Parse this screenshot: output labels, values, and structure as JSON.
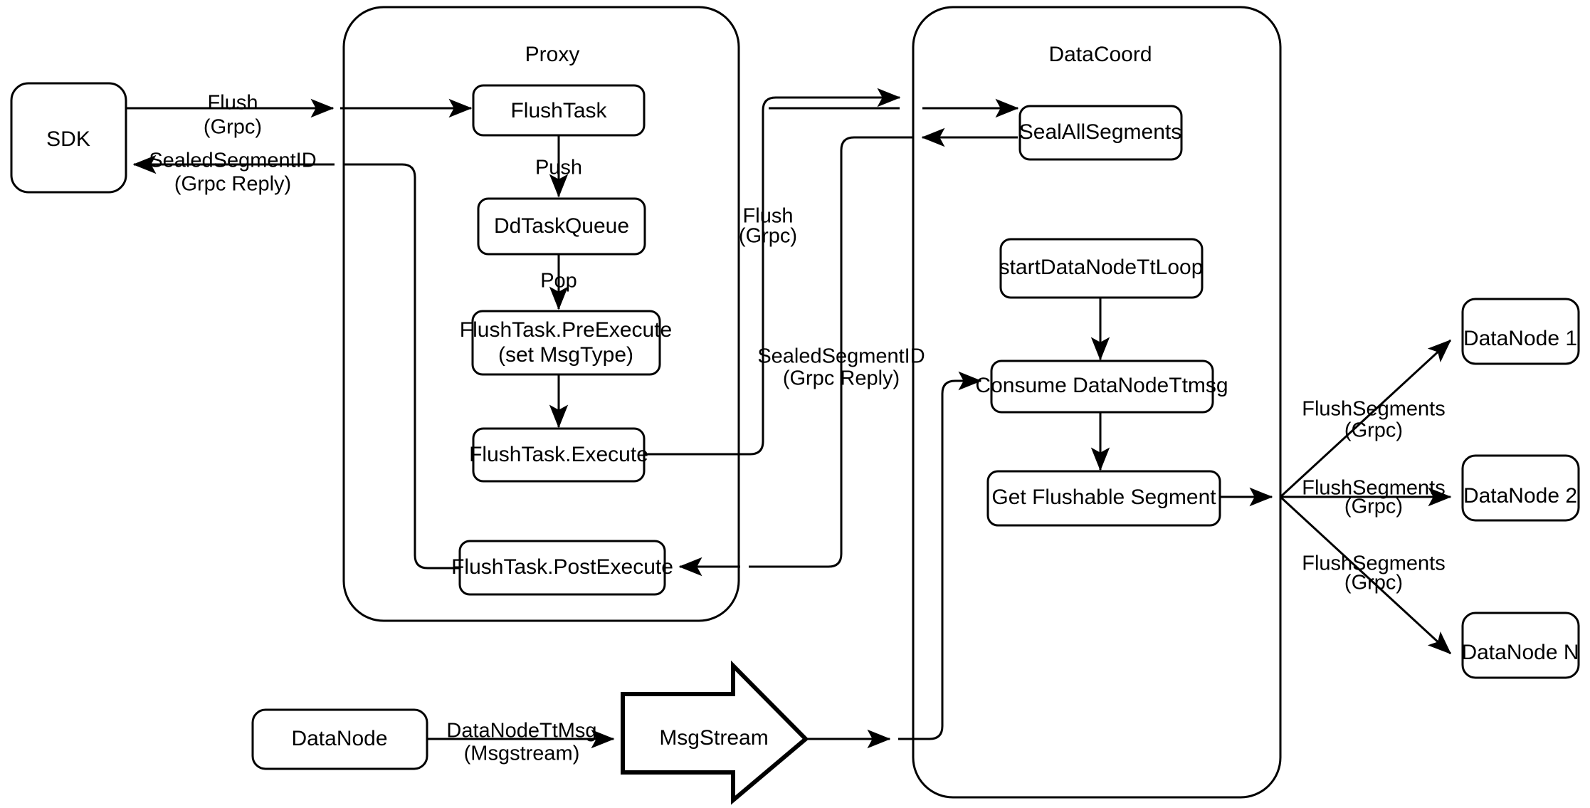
{
  "diagram": {
    "title": "Milvus Flush Sequence Architecture",
    "background_color": "#ffffff",
    "stroke_color": "#000000",
    "groups": [
      {
        "id": "proxy",
        "label": "Proxy"
      },
      {
        "id": "datacoord",
        "label": "DataCoord"
      }
    ],
    "nodes": [
      {
        "id": "sdk",
        "label": "SDK"
      },
      {
        "id": "flushtask",
        "label": "FlushTask"
      },
      {
        "id": "ddtaskqueue",
        "label": "DdTaskQueue"
      },
      {
        "id": "preexecute_l1",
        "label": "FlushTask.PreExecute"
      },
      {
        "id": "preexecute_l2",
        "label": "(set MsgType)"
      },
      {
        "id": "execute",
        "label": "FlushTask.Execute"
      },
      {
        "id": "postexecute",
        "label": "FlushTask.PostExecute"
      },
      {
        "id": "sealallsegments",
        "label": "SealAllSegments"
      },
      {
        "id": "startdatanodettloop",
        "label": "startDataNodeTtLoop"
      },
      {
        "id": "consumedatanodettmsg",
        "label": "Consume DataNodeTtmsg"
      },
      {
        "id": "getflushablesegment",
        "label": "Get Flushable Segment"
      },
      {
        "id": "datanode1",
        "label": "DataNode 1"
      },
      {
        "id": "datanode2",
        "label": "DataNode 2"
      },
      {
        "id": "datanoden",
        "label": "DataNode N"
      },
      {
        "id": "datanode_src",
        "label": "DataNode"
      },
      {
        "id": "msgstream",
        "label": "MsgStream"
      }
    ],
    "edge_labels": [
      {
        "id": "sdk_to_proxy_l1",
        "label": "Flush"
      },
      {
        "id": "sdk_to_proxy_l2",
        "label": "(Grpc)"
      },
      {
        "id": "proxy_to_sdk_l1",
        "label": "SealedSegmentID"
      },
      {
        "id": "proxy_to_sdk_l2",
        "label": "(Grpc Reply)"
      },
      {
        "id": "push",
        "label": "Push"
      },
      {
        "id": "pop",
        "label": "Pop"
      },
      {
        "id": "proxy_to_dc_l1",
        "label": "Flush"
      },
      {
        "id": "proxy_to_dc_l2",
        "label": "(Grpc)"
      },
      {
        "id": "dc_to_proxy_l1",
        "label": "SealedSegmentID"
      },
      {
        "id": "dc_to_proxy_l2",
        "label": "(Grpc Reply)"
      },
      {
        "id": "flushseg1_l1",
        "label": "FlushSegments"
      },
      {
        "id": "flushseg1_l2",
        "label": "(Grpc)"
      },
      {
        "id": "flushseg2_l1",
        "label": "FlushSegments"
      },
      {
        "id": "flushseg2_l2",
        "label": "(Grpc)"
      },
      {
        "id": "flushsegn_l1",
        "label": "FlushSegments"
      },
      {
        "id": "flushsegn_l2",
        "label": "(Grpc)"
      },
      {
        "id": "ttmsg_l1",
        "label": "DataNodeTtMsg"
      },
      {
        "id": "ttmsg_l2",
        "label": "(Msgstream)"
      }
    ]
  }
}
